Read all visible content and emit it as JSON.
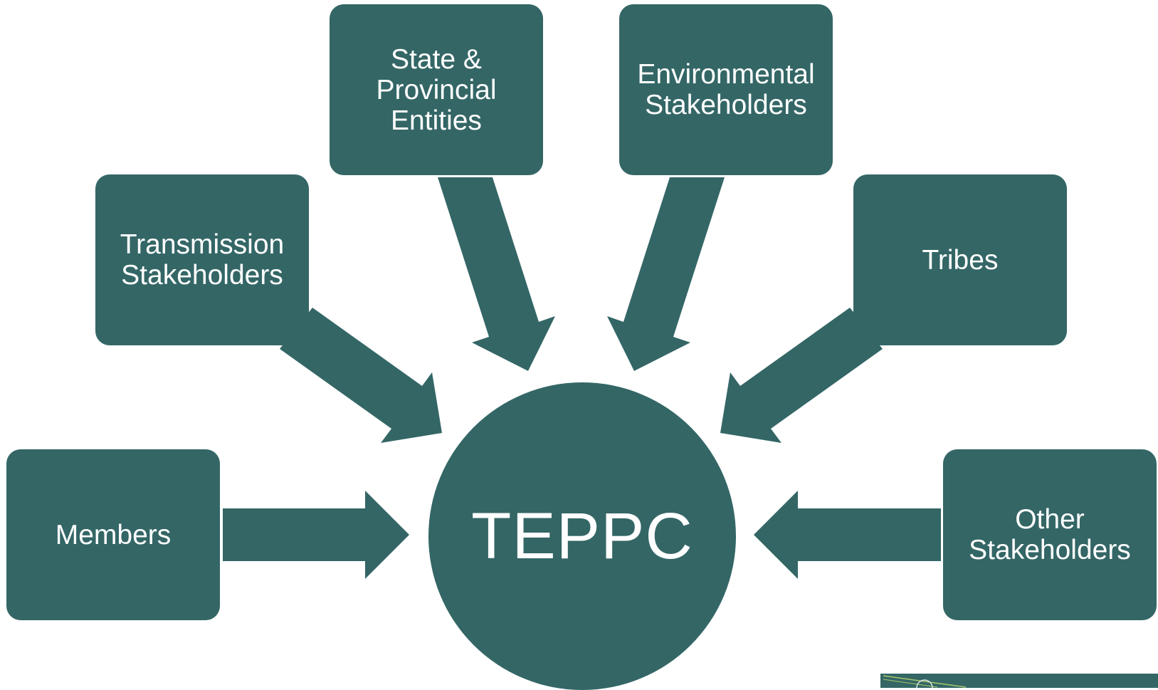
{
  "colors": {
    "fill": "#346666",
    "background": "#ffffff"
  },
  "center": {
    "label": "TEPPC"
  },
  "nodes": {
    "members": "Members",
    "transmission": "Transmission\nStakeholders",
    "state": "State &\nProvincial\nEntities",
    "environmental": "Environmental\nStakeholders",
    "tribes": "Tribes",
    "other": "Other\nStakeholders"
  },
  "corner_graphic": {
    "icon": "logo-strip"
  }
}
